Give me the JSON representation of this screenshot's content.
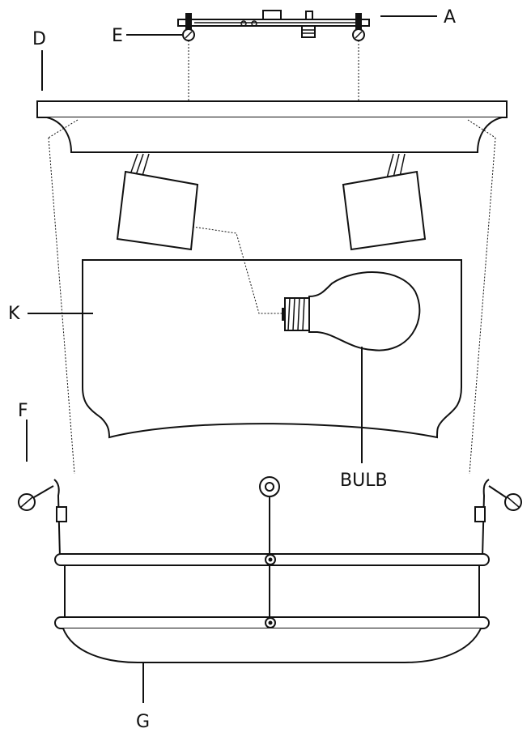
{
  "labels": {
    "a": "A",
    "d": "D",
    "e": "E",
    "k": "K",
    "f": "F",
    "g": "G",
    "bulb": "BULB"
  }
}
